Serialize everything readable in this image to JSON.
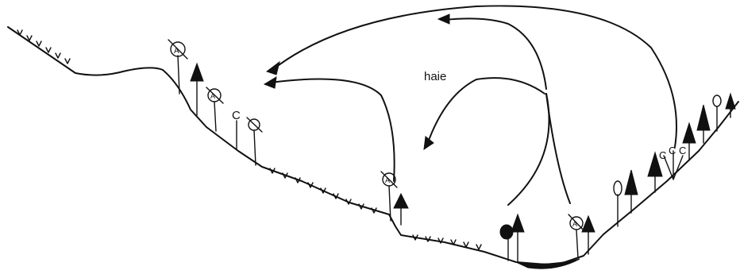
{
  "diagram": {
    "label": "haie",
    "tree_symbol_letter": "A",
    "shrub_symbol_letter": "C",
    "ink_color": "#111111",
    "background_color": "#ffffff"
  }
}
